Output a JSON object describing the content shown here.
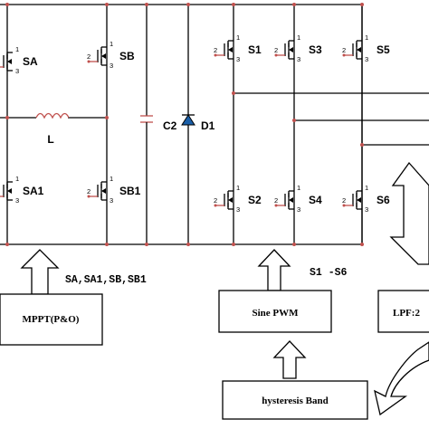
{
  "switches": {
    "sa": "SA",
    "sb": "SB",
    "sa1": "SA1",
    "sb1": "SB1",
    "s1": "S1",
    "s3": "S3",
    "s5": "S5",
    "s2": "S2",
    "s4": "S4",
    "s6": "S6"
  },
  "pins": {
    "drain": "1",
    "gate": "2",
    "source": "3"
  },
  "passives": {
    "inductor": "L",
    "capacitor": "C2",
    "diode": "D1"
  },
  "signals": {
    "boost_gates": "SA,SA1,SB,SB1",
    "inverter_gates": "S1 -S6"
  },
  "blocks": {
    "mppt": "MPPT(P&O)",
    "sine_pwm": "Sine PWM",
    "lpf": "LPF:2",
    "hysteresis": "hysteresis Band"
  },
  "colors": {
    "wire": "#000000",
    "node": "#c0504d"
  }
}
